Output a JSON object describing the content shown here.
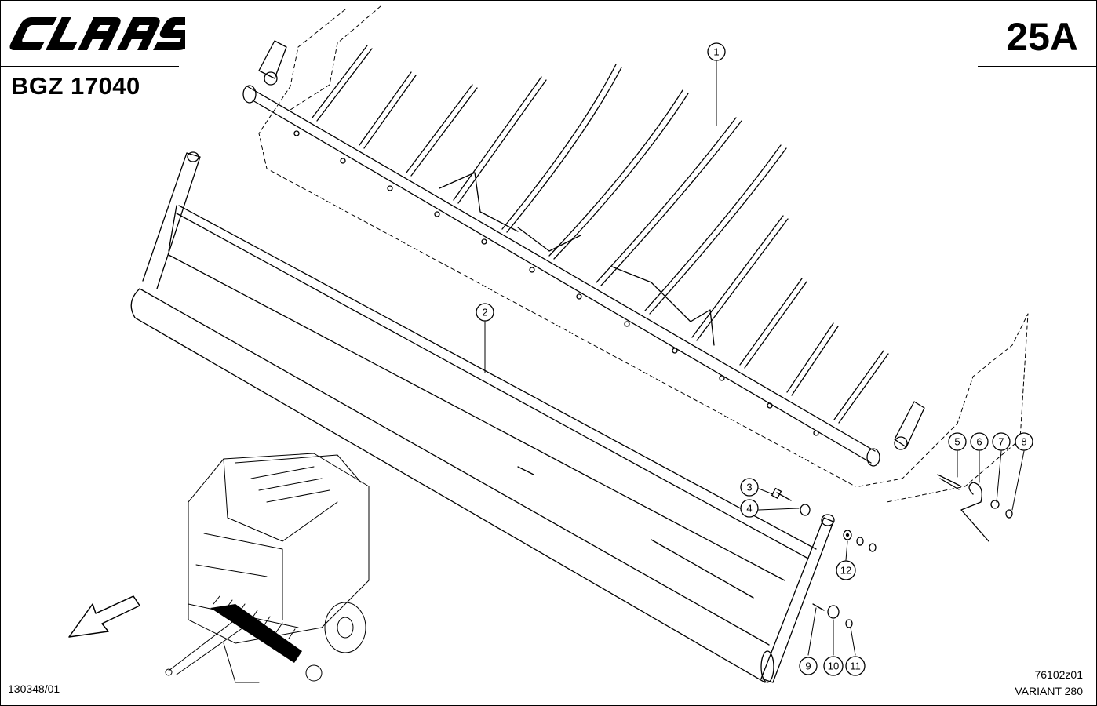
{
  "header": {
    "brand": "CLAAS",
    "doc_code": "BGZ 17040",
    "page_code": "25A"
  },
  "footer": {
    "drawing_ref": "130348/01",
    "image_code": "76102z01",
    "variant": "VARIANT 280"
  },
  "callouts": [
    "1",
    "2",
    "3",
    "4",
    "5",
    "6",
    "7",
    "8",
    "9",
    "10",
    "11",
    "12"
  ]
}
